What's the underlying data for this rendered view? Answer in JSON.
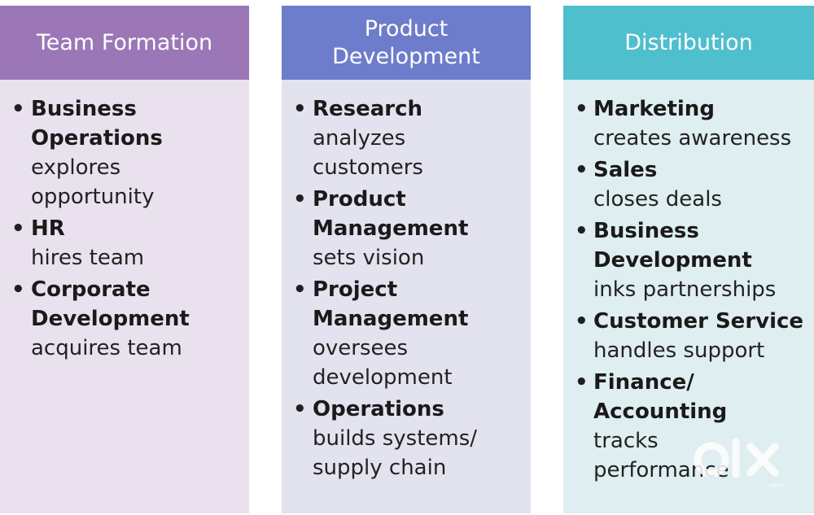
{
  "columns": [
    {
      "header": "Team Formation",
      "items": [
        {
          "title": "Business\nOperations",
          "desc": "explores\nopportunity"
        },
        {
          "title": "HR",
          "desc": "hires team"
        },
        {
          "title": "Corporate\nDevelopment",
          "desc": "acquires team"
        }
      ]
    },
    {
      "header": "Product\nDevelopment",
      "items": [
        {
          "title": "Research",
          "desc": "analyzes\ncustomers"
        },
        {
          "title": "Product\nManagement",
          "desc": "sets vision"
        },
        {
          "title": "Project\nManagement",
          "desc": "oversees\ndevelopment"
        },
        {
          "title": "Operations",
          "desc": "builds systems/\nsupply chain"
        }
      ]
    },
    {
      "header": "Distribution",
      "items": [
        {
          "title": "Marketing",
          "desc": "creates awareness"
        },
        {
          "title": "Sales",
          "desc": "closes deals"
        },
        {
          "title": "Business\nDevelopment",
          "desc": "inks partnerships"
        },
        {
          "title": "Customer Service",
          "desc": "handles support"
        },
        {
          "title": "Finance/\nAccounting",
          "desc": "tracks\nperformance"
        }
      ]
    }
  ],
  "colors": {
    "team_formation_header": "#9b77b8",
    "team_formation_body": "#e9e2ee",
    "product_development_header": "#6d7dcb",
    "product_development_body": "#e2e3ee",
    "distribution_header": "#4fbecd",
    "distribution_body": "#dfeef0"
  },
  "watermark": {
    "logo": "olx",
    "sub": "INDIA"
  }
}
